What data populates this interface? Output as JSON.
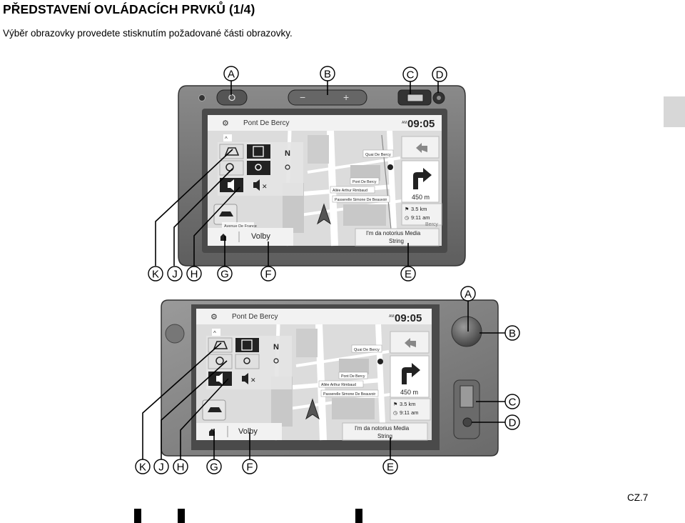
{
  "page": {
    "title": "PŘEDSTAVENÍ OVLÁDACÍCH PRVKŮ (1/4)",
    "subtitle": "Výběr obrazovky provedete stisknutím požadované části obrazovky.",
    "page_number": "CZ.7"
  },
  "callouts_top": [
    "A",
    "B",
    "C",
    "D"
  ],
  "callouts_bottom": [
    "K",
    "J",
    "H",
    "G",
    "F",
    "E"
  ],
  "callouts_right": [
    "A",
    "B",
    "C",
    "D"
  ],
  "callouts_bottom2": [
    "K",
    "J",
    "H",
    "G",
    "F",
    "E"
  ],
  "screen": {
    "location": "Pont De Bercy",
    "time_ampm": "AM",
    "time": "09:05",
    "north": "N",
    "distance_next": "450 m",
    "distance_total": "3.5 km",
    "eta": "9:11 am",
    "place_bercy": "Bercy",
    "street1": "Quai De Bercy",
    "street2": "Pont De Bercy",
    "street3": "Allée Arthur Rimbaud",
    "street4": "Passerelle Simone De Beauvoir",
    "street5": "Avenue De France",
    "options_label": "Volby",
    "media_line1": "I'm da notorius Media",
    "media_line2": "String",
    "vol_minus": "−",
    "vol_plus": "+"
  },
  "colors": {
    "tab": "#d7d7d7",
    "bezel": "#6e6e6e",
    "screen": "#e8e8e8"
  }
}
